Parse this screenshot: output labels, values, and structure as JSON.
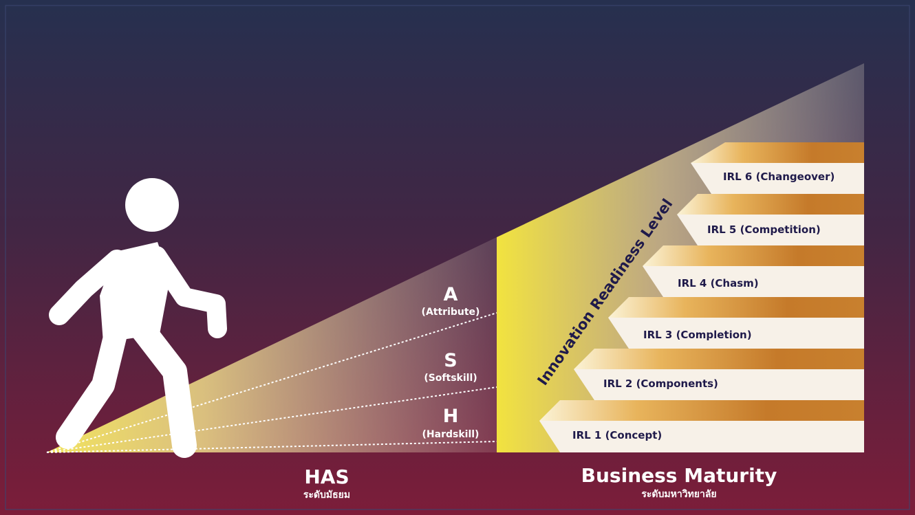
{
  "has_levels": [
    {
      "letter": "A",
      "name": "(Attribute)"
    },
    {
      "letter": "S",
      "name": "(Softskill)"
    },
    {
      "letter": "H",
      "name": "(Hardskill)"
    }
  ],
  "irl_axis_label": "Innovation Readiness Level",
  "irl_steps": [
    "IRL 1 (Concept)",
    "IRL 2 (Components)",
    "IRL 3 (Completion)",
    "IRL 4 (Chasm)",
    "IRL 5 (Competition)",
    "IRL 6 (Changeover)"
  ],
  "left_caption": {
    "title": "HAS",
    "subtitle": "ระดับมัธยม"
  },
  "right_caption": {
    "title": "Business Maturity",
    "subtitle": "ระดับมหาวิทยาลัย"
  },
  "colors": {
    "bg_top": "#2a2d4e",
    "bg_bottom": "#7a1f3a",
    "beam": "#f1e05a",
    "step_face": "#f7f1e8",
    "step_top": "#c8802e",
    "text_dark": "#1f1a4a",
    "text_light": "#ffffff",
    "figure": "#ffffff"
  }
}
